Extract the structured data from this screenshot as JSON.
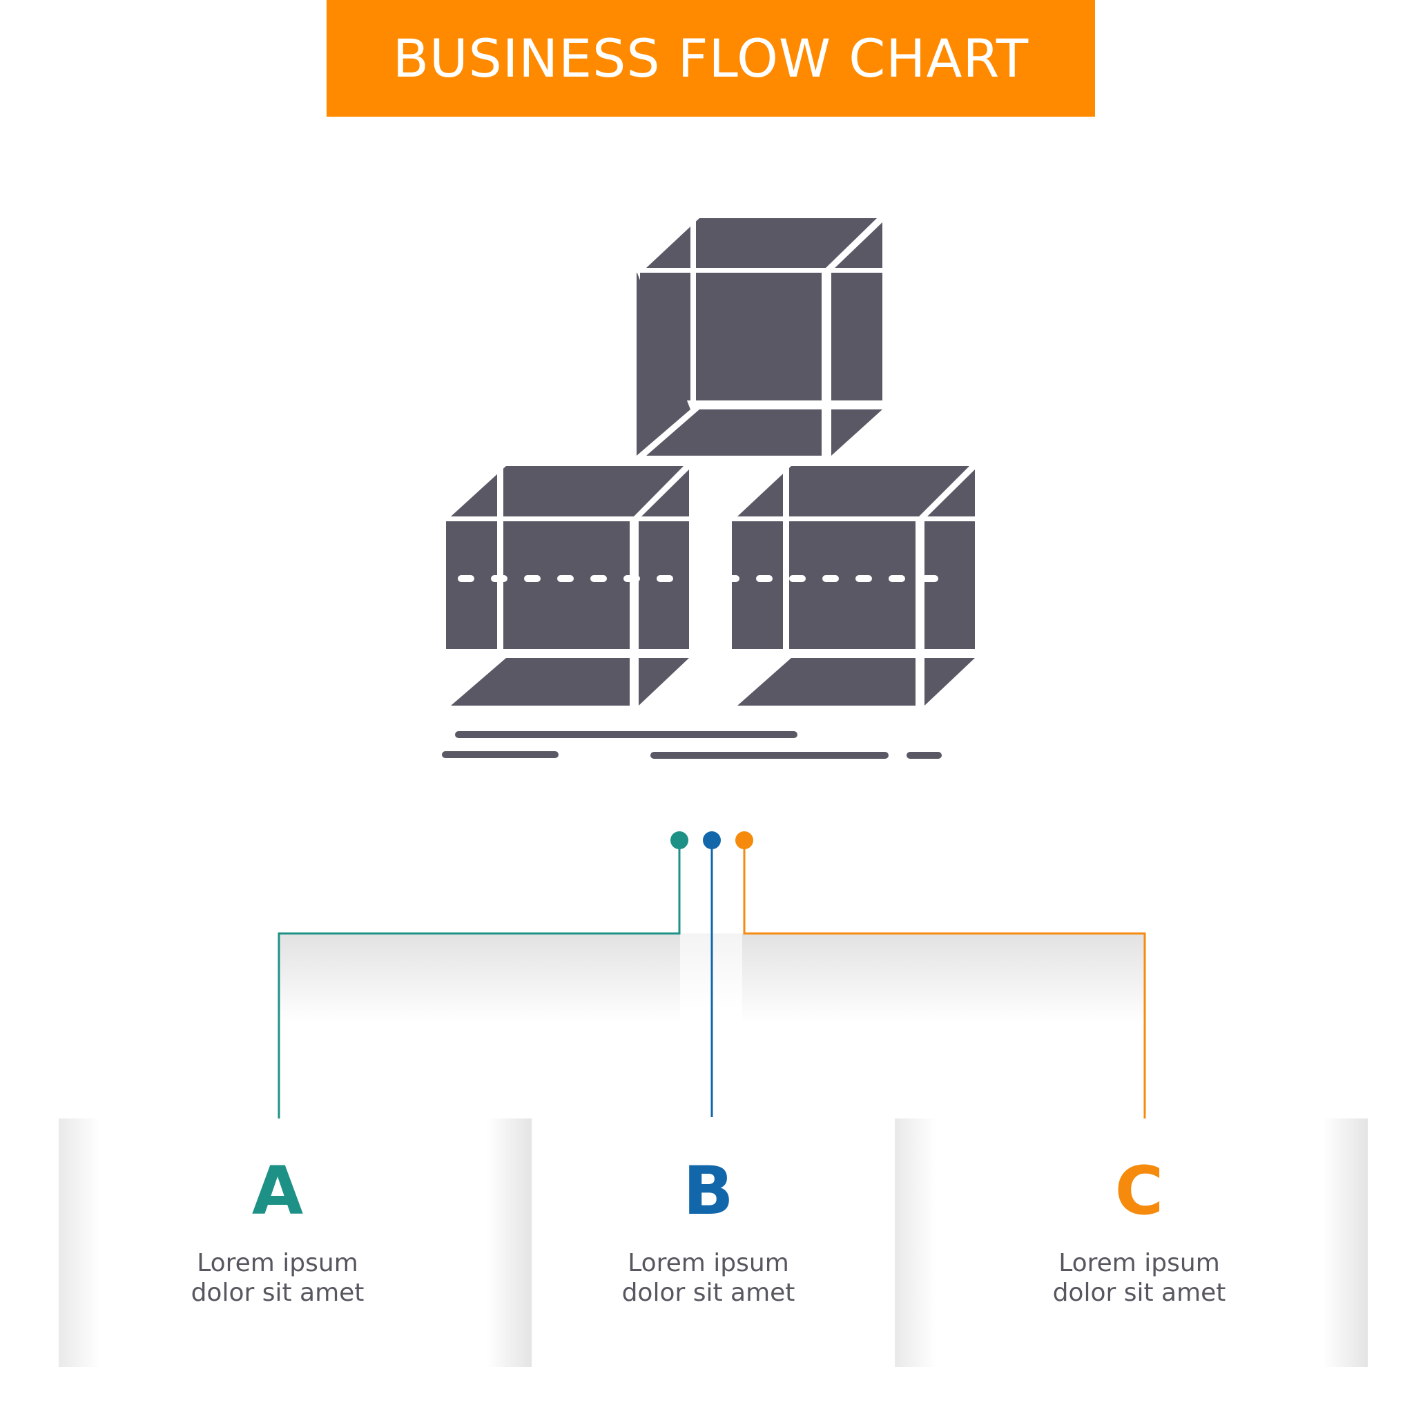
{
  "title": "BUSINESS FLOW CHART",
  "colors": {
    "banner": "#ff8a00",
    "icon": "#5a5864",
    "a": "#1e9186",
    "b": "#1266aa",
    "c": "#f58a0d",
    "text": "#58565f"
  },
  "icon": "stacked-cubes-icon",
  "options": [
    {
      "letter": "A",
      "line1": "Lorem ipsum",
      "line2": "dolor sit amet"
    },
    {
      "letter": "B",
      "line1": "Lorem ipsum",
      "line2": "dolor sit amet"
    },
    {
      "letter": "C",
      "line1": "Lorem ipsum",
      "line2": "dolor sit amet"
    }
  ]
}
